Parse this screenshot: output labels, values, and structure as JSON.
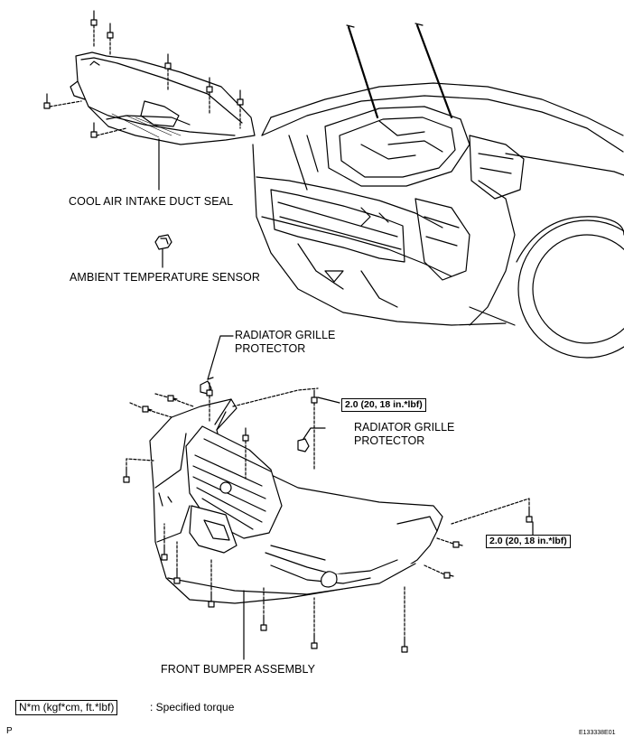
{
  "labels": {
    "cool_air_duct_seal": "COOL AIR INTAKE DUCT SEAL",
    "ambient_temp_sensor": "AMBIENT TEMPERATURE SENSOR",
    "grille_protector_1_line1": "RADIATOR GRILLE",
    "grille_protector_1_line2": "PROTECTOR",
    "grille_protector_2_line1": "RADIATOR GRILLE",
    "grille_protector_2_line2": "PROTECTOR",
    "front_bumper_assembly": "FRONT BUMPER ASSEMBLY"
  },
  "torque_specs": {
    "upper": "2.0 (20, 18 in.*lbf)",
    "right": "2.0 (20, 18 in.*lbf)"
  },
  "legend": {
    "unit_box": "N*m (kgf*cm, ft.*lbf)",
    "description": ": Specified torque"
  },
  "footer": {
    "page_letter": "P",
    "figure_code": "E133338E01"
  }
}
